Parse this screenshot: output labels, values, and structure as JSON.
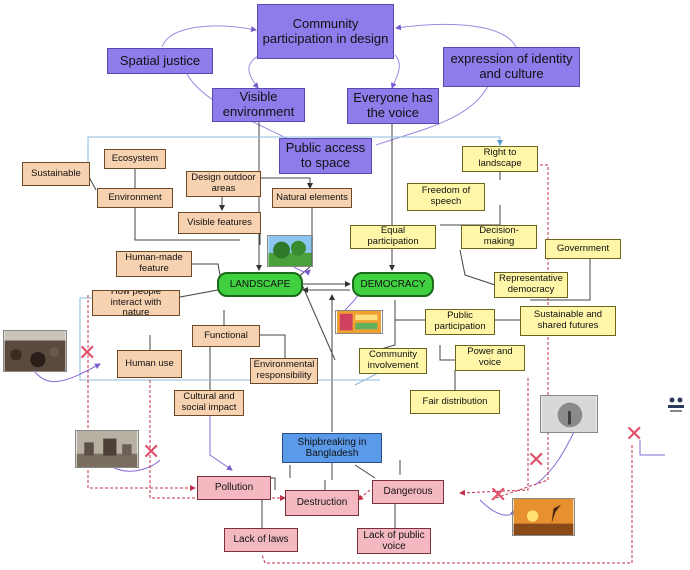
{
  "nodes": {
    "community": "Community participation in design",
    "spatial": "Spatial justice",
    "identity": "expression of identity and culture",
    "visible_env": "Visible environment",
    "everyone_voice": "Everyone has the voice",
    "public_access": "Public access to space",
    "right_landscape": "Right to landscape",
    "sustainable": "Sustainable",
    "ecosystem": "Ecosystem",
    "environment": "Environment",
    "design_outdoor": "Design outdoor areas",
    "natural_elements": "Natural elements",
    "visible_features": "Visible features",
    "freedom_speech": "Freedom of speech",
    "equal_participation": "Equal participation",
    "decision_making": "Decision-making",
    "government": "Government",
    "human_made": "Human-made feature",
    "how_people": "How people interact with nature",
    "landscape": "LANDSCAPE",
    "democracy": "DEMOCRACY",
    "representative": "Representative democracy",
    "functional": "Functional",
    "public_participation": "Public participation",
    "sustainable_futures": "Sustainable and shared futures",
    "human_use": "Human use",
    "env_resp": "Environmental responsibility",
    "community_involvement": "Community involvement",
    "power_voice": "Power and voice",
    "fair_distribution": "Fair distribution",
    "cultural_social": "Cultural and social impact",
    "shipbreaking": "Shipbreaking in Bangladesh",
    "pollution": "Pollution",
    "destruction": "Destruction",
    "dangerous": "Dangerous",
    "lack_laws": "Lack of laws",
    "lack_voice": "Lack of public voice"
  },
  "colors": {
    "purple": "#8f7bea",
    "orange": "#f7d2b0",
    "yellow": "#fff6a8",
    "pink": "#f4b9c0",
    "green": "#3fcf3f",
    "blue": "#5a9ae8",
    "cross": "#e0506a"
  },
  "pictures": [
    "park-photo",
    "poster-photo",
    "waste-pile-photo",
    "ship-yard-photo",
    "silence-photo",
    "sunset-tree-photo",
    "meeting-icon"
  ]
}
